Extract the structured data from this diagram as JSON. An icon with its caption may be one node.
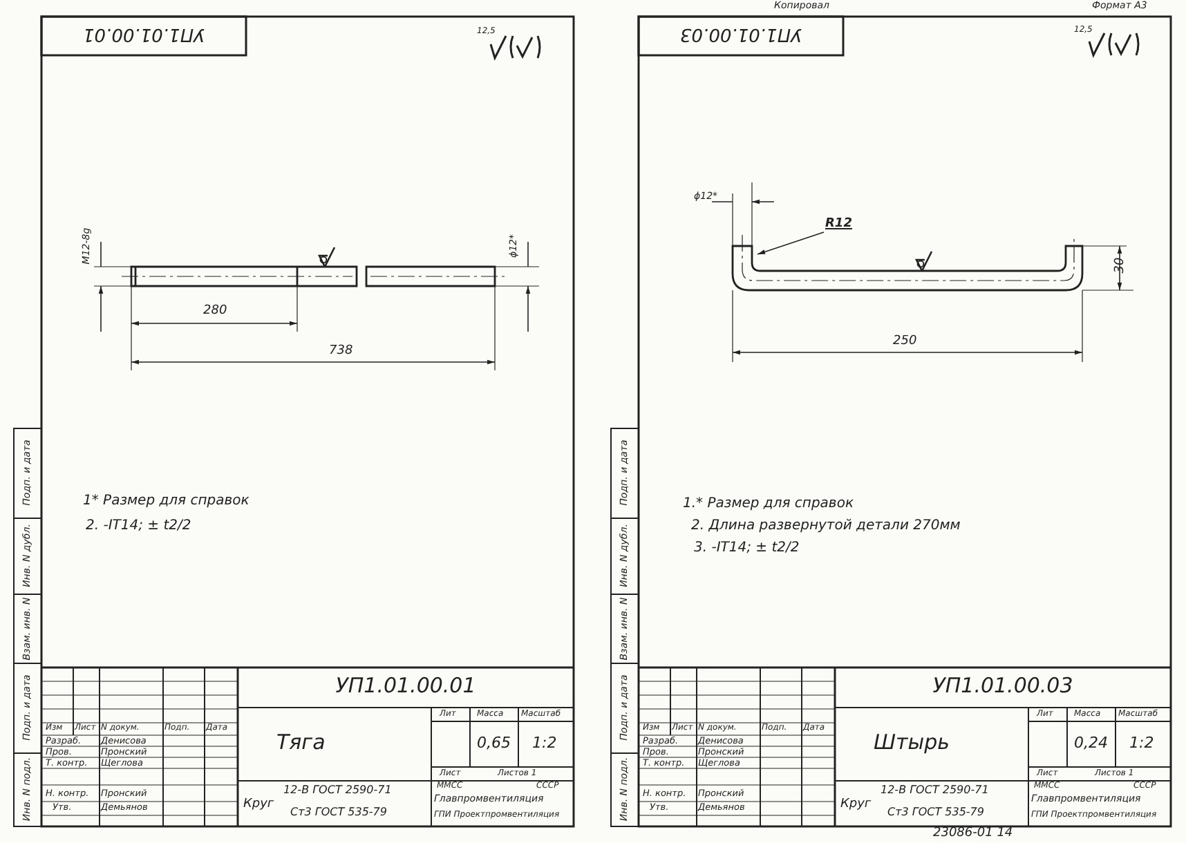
{
  "diagram": {
    "nodes": [
      {
        "text": [
          "R12"
        ]
      },
      {
        "text": [],
        "shape": "picture"
      }
    ],
    "edges": [
      {
        "from": 0,
        "to": 1,
        "arrow": "to"
      }
    ],
    "labels": [
      "Копировал",
      "Формат А3",
      "УП1.01.00.01",
      "12,5",
      "М12-8g",
      "ϕ12*",
      "280",
      "738",
      "1* Размер для справок",
      "2. -IT14; ± t2/2",
      "Подп. и дата",
      "Инв. N дубл.",
      "Взам. инв. N",
      "Подп. и дата",
      "Инв. N подл.",
      "УП1.01.00.01",
      "Изм",
      "Лист",
      "N докум.",
      "Подп.",
      "Дата",
      "Разраб.",
      "Денисова",
      "Пров.",
      "Пронский",
      "Т. контр.",
      "Щеглова",
      "Н. контр.",
      "Пронский",
      "Утв.",
      "Демьянов",
      "Тяга",
      "Лит",
      "Масса",
      "Масштаб",
      "0,65",
      "1:2",
      "Лист",
      "Листов 1",
      "Круг",
      "12-В ГОСТ 2590-71",
      "Ст3 ГОСТ 535-79",
      "ММСС",
      "СССР",
      "Главпромвентиляция",
      "ГПИ Проектпромвентиляция",
      "УП1.01.00.03",
      "12,5",
      "ϕ12*",
      "30",
      "250",
      "1.* Размер для справок",
      "2. Длина развернутой детали 270мм",
      "3. -IT14; ± t2/2",
      "Подп. и дата",
      "Инв. N дубл.",
      "Взам. инв. N",
      "Подп. и дата",
      "Инв. N подл.",
      "УП1.01.00.03",
      "Изм",
      "Лист",
      "N докум.",
      "Подп.",
      "Дата",
      "Разраб.",
      "Денисова",
      "Пров.",
      "Пронский",
      "Т. контр.",
      "Щеглова",
      "Н. контр.",
      "Пронский",
      "Утв.",
      "Демьянов",
      "Штырь",
      "Лит",
      "Масса",
      "Масштаб",
      "0,24",
      "1:2",
      "Лист",
      "Листов 1",
      "Круг",
      "12-В ГОСТ 2590-71",
      "Ст3 ГОСТ 535-79",
      "ММСС",
      "СССР",
      "Главпромвентиляция",
      "ГПИ Проектпромвентиляция",
      "23086-01 14"
    ]
  }
}
